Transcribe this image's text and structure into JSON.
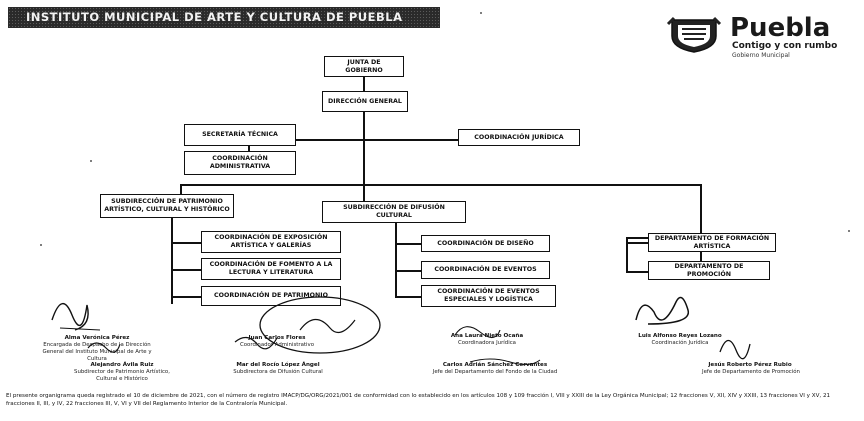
{
  "header": {
    "title": "INSTITUTO MUNICIPAL DE ARTE Y CULTURA DE PUEBLA"
  },
  "logo": {
    "name": "Puebla",
    "tagline": "Contigo y con rumbo",
    "subtitle": "Gobierno Municipal"
  },
  "org": {
    "junta": "JUNTA DE GOBIERNO",
    "direccion": "DIRECCIÓN GENERAL",
    "secretaria": "SECRETARÍA TÉCNICA",
    "coord_juridica": "COORDINACIÓN JURÍDICA",
    "coord_admin": "COORDINACIÓN ADMINISTRATIVA",
    "sub_patrimonio": "SUBDIRECCIÓN DE PATRIMONIO ARTÍSTICO, CULTURAL Y HISTÓRICO",
    "sub_difusion": "SUBDIRECCIÓN DE DIFUSIÓN CULTURAL",
    "left_children": [
      "COORDINACIÓN DE EXPOSICIÓN ARTÍSTICA Y GALERÍAS",
      "COORDINACIÓN DE FOMENTO A LA LECTURA Y LITERATURA",
      "COORDINACIÓN DE PATRIMONIO"
    ],
    "mid_children": [
      "COORDINACIÓN DE DISEÑO",
      "COORDINACIÓN DE EVENTOS",
      "COORDINACIÓN DE EVENTOS ESPECIALES Y LOGÍSTICA"
    ],
    "right_children": [
      "DEPARTAMENTO DE FORMACIÓN ARTÍSTICA",
      "DEPARTAMENTO DE PROMOCIÓN"
    ]
  },
  "signatures": [
    {
      "name": "Alma Verónica Pérez",
      "role": "Encargada de Despacho de la Dirección General del Instituto Municipal de Arte y Cultura"
    },
    {
      "name": "Alejandro Ávila Ruiz",
      "role": "Subdirector de Patrimonio Artístico, Cultural e Histórico"
    },
    {
      "name": "Juan Carlos Flores",
      "role": "Coordinador Administrativo"
    },
    {
      "name": "Mar del Rocío López Ángel",
      "role": "Subdirectora de Difusión Cultural"
    },
    {
      "name": "Ana Laura Nieto Ocaña",
      "role": "Coordinadora Jurídica"
    },
    {
      "name": "Carlos Adrián Sánchez Cervantes",
      "role": "Jefe del Departamento del Fondo de la Ciudad"
    },
    {
      "name": "Luis Alfonso Reyes Lozano",
      "role": "Coordinación Jurídica"
    },
    {
      "name": "Jesús Roberto Pérez Rubio",
      "role": "Jefe de Departamento de Promoción"
    }
  ],
  "footnote": "El presente organigrama queda registrado el 10 de diciembre de 2021, con el número de registro IMACP/DG/ORG/2021/001 de conformidad con lo establecido en los artículos 108 y 109 fracción I, VIII y XXIII de la Ley Orgánica Municipal; 12 fracciones V, XII, XIV y XXIII, 13 fracciones VI y XV, 21 fracciones II, III, y IV, 22 fracciones III, V, VI y VII del Reglamento Interior de la Contraloría Municipal."
}
